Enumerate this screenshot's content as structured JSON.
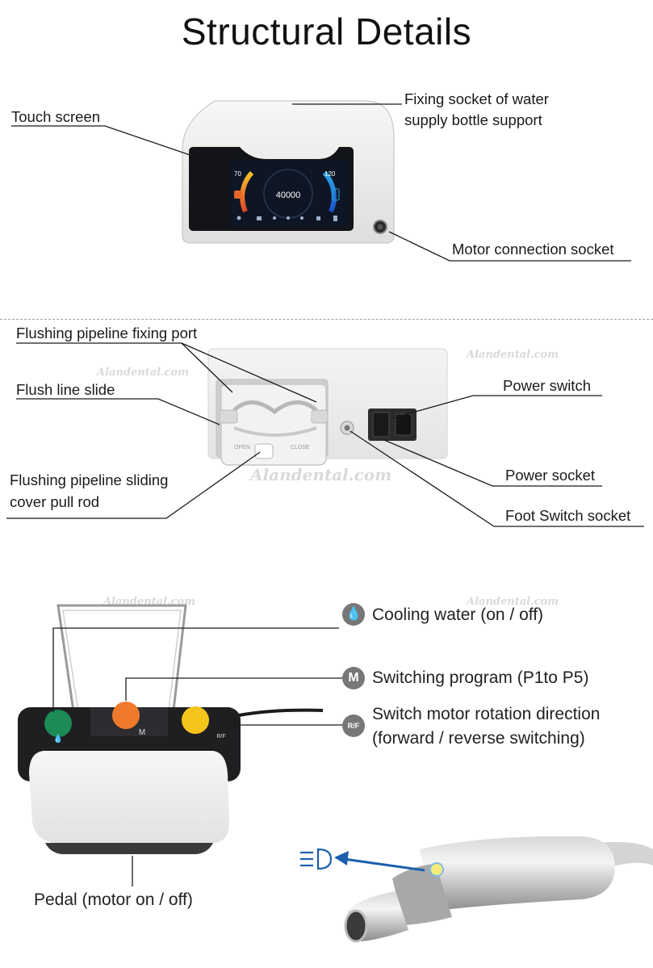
{
  "title": "Structural Details",
  "section1": {
    "labels": {
      "touch_screen": "Touch screen",
      "fixing_socket_line1": "Fixing socket of water",
      "fixing_socket_line2": "supply bottle support",
      "motor_socket": "Motor connection socket"
    },
    "screen": {
      "left_value": "70",
      "right_value": "120",
      "center_value": "40000"
    }
  },
  "section2": {
    "labels": {
      "flushing_port": "Flushing pipeline fixing port",
      "flush_slide": "Flush line slide",
      "pull_rod_line1": "Flushing pipeline sliding",
      "pull_rod_line2": "cover pull rod",
      "power_switch": "Power switch",
      "power_socket": "Power socket",
      "foot_switch_socket": "Foot Switch socket"
    },
    "pump": {
      "open": "OPEN",
      "close": "CLOSE"
    },
    "watermark": "Alandental.com"
  },
  "section3": {
    "labels": {
      "cooling_water": "Cooling water (on / off)",
      "switching_program": "Switching program (P1to P5)",
      "rotation_line1": "Switch motor rotation direction",
      "rotation_line2": "(forward / reverse switching)",
      "pedal": "Pedal (motor on / off)"
    },
    "badges": {
      "m": "M",
      "rf": "R/F"
    },
    "pedal_marks": {
      "m": "M",
      "rf": "R/F"
    },
    "colors": {
      "green": "#1e8a55",
      "orange": "#f07a2c",
      "yellow": "#f6c51c",
      "light_arrow": "#1a5fae"
    }
  }
}
